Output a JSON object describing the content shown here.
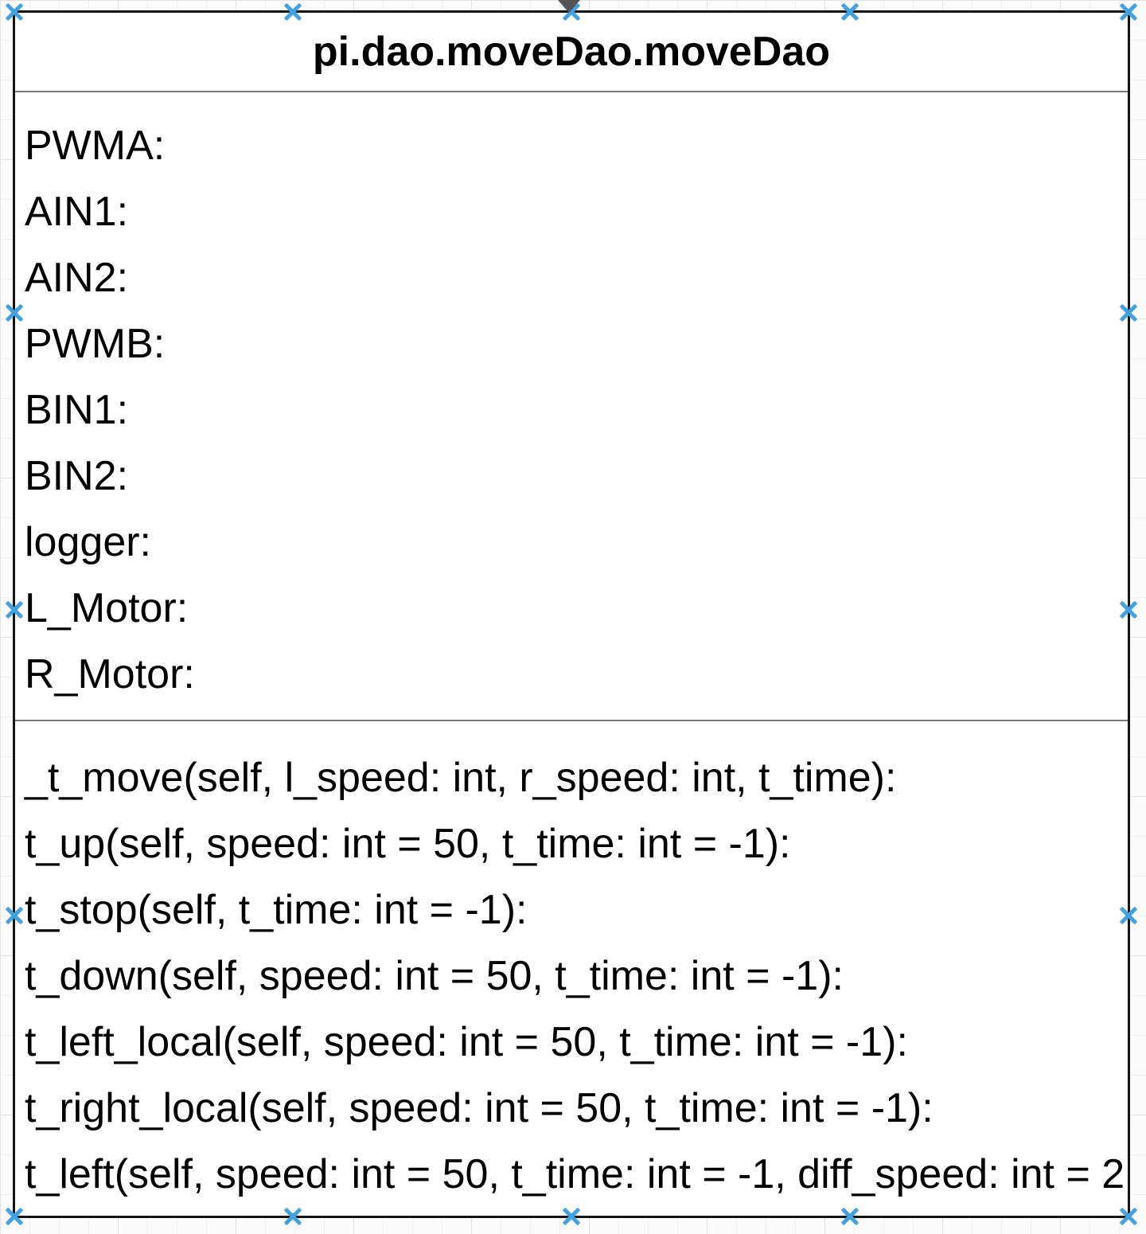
{
  "class_box": {
    "title": "pi.dao.moveDao.moveDao",
    "attributes": [
      "PWMA:",
      "AIN1:",
      "AIN2:",
      "PWMB:",
      "BIN1:",
      "BIN2:",
      "logger:",
      "L_Motor:",
      "R_Motor:"
    ],
    "methods": [
      "_t_move(self, l_speed: int, r_speed: int, t_time):",
      "t_up(self, speed: int = 50, t_time: int = -1):",
      "t_stop(self, t_time: int = -1):",
      "t_down(self, speed: int = 50, t_time: int = -1):",
      "t_left_local(self, speed: int = 50, t_time: int = -1):",
      "t_right_local(self, speed: int = 50, t_time: int = -1):",
      "t_left(self, speed: int = 50, t_time: int = -1, diff_speed: int = 2"
    ]
  },
  "colors": {
    "connection_point": "#42a1e0",
    "box_border": "#141414",
    "divider": "#757575",
    "cursor": "#555555"
  }
}
